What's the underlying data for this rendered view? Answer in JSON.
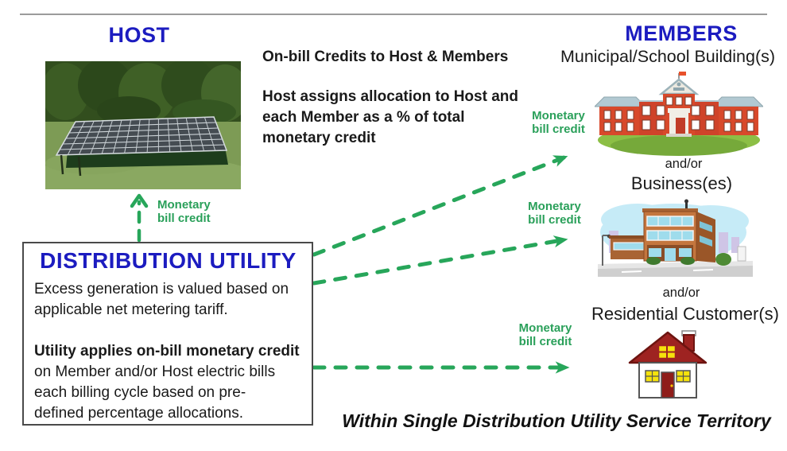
{
  "colors": {
    "title_blue": "#1c1cc0",
    "arrow_green": "#27a65a",
    "label_green": "#2aa05a",
    "text_black": "#1a1a1a"
  },
  "host": {
    "title": "HOST",
    "photo": "ground-mounted-solar-array-photo",
    "arrow_label": "Monetary\nbill credit"
  },
  "center": {
    "heading": "On-bill Credits to Host & Members",
    "body": "Host assigns allocation to Host and\neach Member as a % of total\nmonetary credit"
  },
  "members": {
    "title": "MEMBERS",
    "municipal": "Municipal/School Building(s)",
    "andor_1": "and/or",
    "business": "Business(es)",
    "andor_2": "and/or",
    "residential": "Residential Customer(s)"
  },
  "utility_box": {
    "title": "DISTRIBUTION UTILITY",
    "para1": "Excess generation is valued based on\napplicable net metering tariff.",
    "para2_bold": "Utility applies on-bill monetary credit",
    "para2_rest": "on Member and/or Host electric bills\neach billing cycle based on pre-\ndefined percentage allocations."
  },
  "arrows": {
    "to_school_label": "Monetary\nbill credit",
    "to_business_label": "Monetary\nbill credit",
    "to_residential_label": "Monetary\nbill credit"
  },
  "footer": "Within Single Distribution Utility Service Territory"
}
